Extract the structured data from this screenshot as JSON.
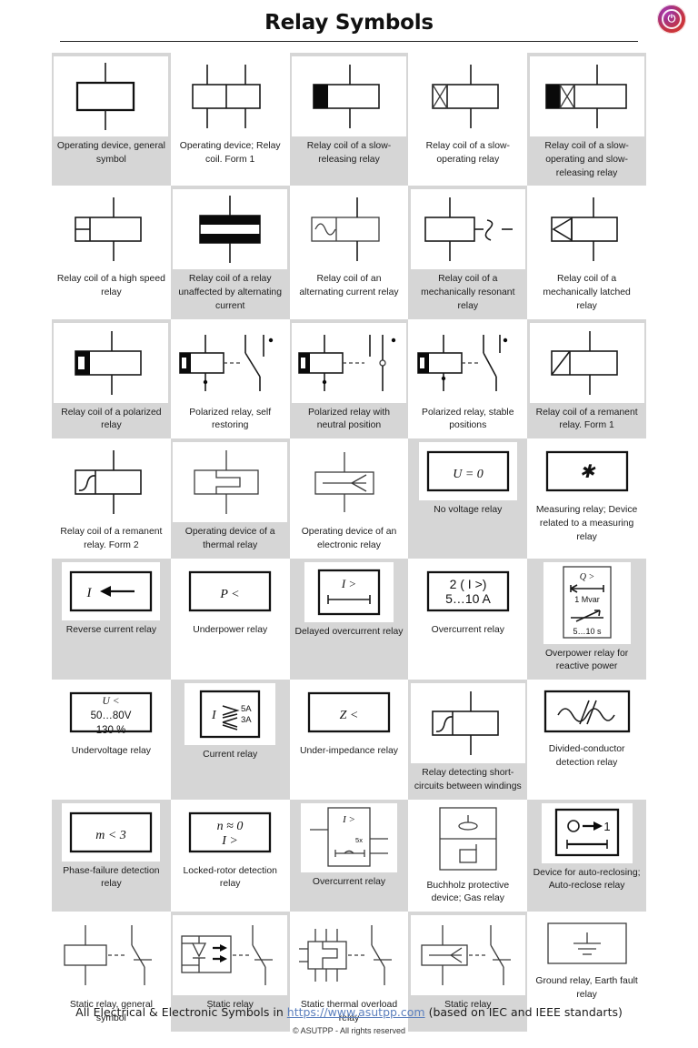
{
  "header": {
    "title": "Relay Symbols",
    "logo_icon": "asutpp-power-plug-logo-icon"
  },
  "footer": {
    "prefix": "All Electrical & Electronic Symbols in ",
    "link": "https://www.asutpp.com",
    "suffix": " (based on IEC and IEEE standarts)",
    "copyright": "© ASUTPP - All rights reserved"
  },
  "grid": {
    "columns": 5,
    "rows": 8,
    "shade_color": "#d6d6d6",
    "cells": [
      {
        "id": "operating-device-general",
        "caption": "Operating device, general symbol",
        "symbol": "coil-plain",
        "shade": true
      },
      {
        "id": "operating-device-relay-coil-form1",
        "caption": "Operating device; Relay coil. Form 1",
        "symbol": "coil-two-section",
        "shade": false
      },
      {
        "id": "relay-coil-slow-releasing",
        "caption": "Relay coil of a slow-releasing relay",
        "symbol": "coil-left-black",
        "shade": true
      },
      {
        "id": "relay-coil-slow-operating",
        "caption": "Relay coil of a slow-operating relay",
        "symbol": "coil-left-cross",
        "shade": false
      },
      {
        "id": "relay-coil-slow-operating-and-slow-releasing",
        "caption": "Relay coil of a slow-operating and slow-releasing relay",
        "symbol": "coil-black-and-cross",
        "shade": true
      },
      {
        "id": "relay-coil-high-speed",
        "caption": "Relay coil of a high speed relay",
        "symbol": "coil-two-small-left",
        "shade": false
      },
      {
        "id": "relay-coil-unaffected-by-ac",
        "caption": "Relay coil of a relay unaffected by alternating current",
        "symbol": "coil-two-black-bars",
        "shade": true
      },
      {
        "id": "relay-coil-ac",
        "caption": "Relay coil of an alternating current relay",
        "symbol": "coil-sine-left",
        "shade": false
      },
      {
        "id": "relay-coil-mechanically-resonant",
        "caption": "Relay coil of a mechanically resonant relay",
        "symbol": "coil-resonant",
        "shade": true
      },
      {
        "id": "relay-coil-mechanically-latched",
        "caption": "Relay coil of a mechanically latched relay",
        "symbol": "coil-latched-triangle",
        "shade": false
      },
      {
        "id": "relay-coil-polarized",
        "caption": "Relay coil of a polarized relay",
        "symbol": "coil-polarized",
        "shade": true
      },
      {
        "id": "polarized-relay-self-restoring",
        "caption": "Polarized relay, self restoring",
        "symbol": "polarized-self-restoring",
        "shade": false
      },
      {
        "id": "polarized-relay-neutral-position",
        "caption": "Polarized relay with neutral position",
        "symbol": "polarized-neutral",
        "shade": true
      },
      {
        "id": "polarized-relay-stable-positions",
        "caption": "Polarized relay, stable positions",
        "symbol": "polarized-stable",
        "shade": false
      },
      {
        "id": "relay-coil-remanent-form1",
        "caption": "Relay coil of a remanent relay. Form 1",
        "symbol": "coil-remanent-1",
        "shade": true
      },
      {
        "id": "relay-coil-remanent-form2",
        "caption": "Relay coil of a remanent relay. Form 2",
        "symbol": "coil-remanent-2",
        "shade": false
      },
      {
        "id": "operating-device-thermal",
        "caption": "Operating device of a thermal relay",
        "symbol": "thermal-coil",
        "shade": true
      },
      {
        "id": "operating-device-electronic",
        "caption": "Operating device of an electronic relay",
        "symbol": "electronic-coil",
        "shade": false
      },
      {
        "id": "no-voltage-relay",
        "caption": "No voltage relay",
        "symbol": "box-text",
        "shade": true,
        "text_lines": [
          "U = 0"
        ]
      },
      {
        "id": "measuring-relay",
        "caption": "Measuring relay; Device related to a measuring relay",
        "symbol": "box-text",
        "shade": false,
        "text_lines": [
          "✱"
        ]
      },
      {
        "id": "reverse-current-relay",
        "caption": "Reverse current relay",
        "symbol": "box-arrow-left",
        "shade": true,
        "text_lines": [
          "I"
        ]
      },
      {
        "id": "underpower-relay",
        "caption": "Underpower relay",
        "symbol": "box-text",
        "shade": false,
        "text_lines": [
          "P  <"
        ]
      },
      {
        "id": "delayed-overcurrent-relay",
        "caption": "Delayed overcurrent relay",
        "symbol": "box-delayed-overcurrent",
        "shade": true,
        "text_lines": [
          "I >"
        ]
      },
      {
        "id": "overcurrent-relay-1",
        "caption": "Overcurrent relay",
        "symbol": "box-text",
        "shade": false,
        "text_lines": [
          "2 ( I >)",
          "5…10 A"
        ]
      },
      {
        "id": "overpower-relay-reactive",
        "caption": "Overpower relay for reactive power",
        "symbol": "box-overpower",
        "shade": true,
        "text_lines": [
          "Q >",
          "1 Mvar",
          "5…10 s"
        ]
      },
      {
        "id": "undervoltage-relay",
        "caption": "Undervoltage relay",
        "symbol": "box-text",
        "shade": false,
        "text_lines": [
          "U  <",
          "50…80V",
          "130 %"
        ]
      },
      {
        "id": "current-relay",
        "caption": "Current relay",
        "symbol": "box-current-relay",
        "shade": true,
        "text_lines": [
          "I",
          "5A",
          "3A"
        ]
      },
      {
        "id": "under-impedance-relay",
        "caption": "Under-impedance relay",
        "symbol": "box-text",
        "shade": false,
        "text_lines": [
          "Z  <"
        ]
      },
      {
        "id": "relay-short-circuits-between-windings",
        "caption": "Relay detecting short-circuits between windings",
        "symbol": "coil-remanent-2",
        "shade": true
      },
      {
        "id": "divided-conductor-detection-relay",
        "caption": "Divided-conductor detection relay",
        "symbol": "box-divided-conductor",
        "shade": false
      },
      {
        "id": "phase-failure-detection-relay",
        "caption": "Phase-failure detection relay",
        "symbol": "box-text",
        "shade": true,
        "text_lines": [
          "m < 3"
        ]
      },
      {
        "id": "locked-rotor-detection-relay",
        "caption": "Locked-rotor detection relay",
        "symbol": "box-text",
        "shade": false,
        "text_lines": [
          "n ≈ 0",
          "I >"
        ]
      },
      {
        "id": "overcurrent-relay-2",
        "caption": "Overcurrent relay",
        "symbol": "box-overcurrent-5x",
        "shade": true,
        "text_lines": [
          "I >",
          "5x"
        ]
      },
      {
        "id": "buchholz-protective-device",
        "caption": "Buchholz protective device; Gas relay",
        "symbol": "buchholz",
        "shade": false
      },
      {
        "id": "auto-reclose-relay",
        "caption": "Device for auto-reclosing; Auto-reclose relay",
        "symbol": "box-auto-reclose",
        "shade": true,
        "text_lines": [
          "O",
          "1"
        ]
      },
      {
        "id": "static-relay-general",
        "caption": "Static relay, general symbol",
        "symbol": "static-general",
        "shade": false
      },
      {
        "id": "static-relay-opto",
        "caption": "Static relay",
        "symbol": "static-opto",
        "shade": true
      },
      {
        "id": "static-thermal-overload-relay",
        "caption": "Static thermal overload relay",
        "symbol": "static-thermal",
        "shade": false
      },
      {
        "id": "static-relay-electronic",
        "caption": "Static relay",
        "symbol": "static-electronic",
        "shade": true
      },
      {
        "id": "ground-relay-earth-fault",
        "caption": "Ground relay, Earth fault relay",
        "symbol": "box-earth-ground",
        "shade": false
      }
    ]
  }
}
